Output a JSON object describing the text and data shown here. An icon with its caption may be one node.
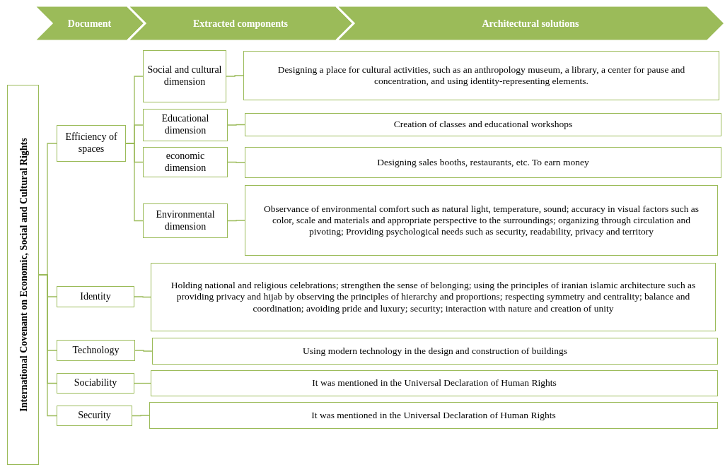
{
  "diagram": {
    "nodes": [
      {
        "text": [
          "Document"
        ]
      },
      {
        "text": [
          "Extracted components"
        ]
      },
      {
        "text": [
          "Architectural solutions"
        ]
      },
      {
        "text": [
          "International Covenant on Economic, Social and Cultural Rights"
        ]
      },
      {
        "text": [
          "Efficiency of spaces"
        ]
      },
      {
        "text": [
          "Social and cultural dimension"
        ]
      },
      {
        "text": [
          "Designing a place for cultural activities, such as an anthropology museum, a library, a center for pause and concentration, and using identity-representing elements."
        ]
      },
      {
        "text": [
          "Educational dimension"
        ]
      },
      {
        "text": [
          "Creation of classes and educational workshops"
        ]
      },
      {
        "text": [
          "economic dimension"
        ]
      },
      {
        "text": [
          "Designing sales booths, restaurants, etc. To earn money"
        ]
      },
      {
        "text": [
          "Environmental dimension"
        ]
      },
      {
        "text": [
          "Observance of environmental comfort such as natural light, temperature, sound; accuracy in visual factors such as color, scale and materials and appropriate perspective to the surroundings; organizing through circulation and pivoting; Providing psychological needs such as security, readability, privacy and territory"
        ]
      },
      {
        "text": [
          "Identity"
        ]
      },
      {
        "text": [
          "Holding national and religious celebrations; strengthen the sense of belonging; using the principles of iranian islamic architecture such as providing privacy and hijab by observing the principles of hierarchy and proportions; respecting symmetry and centrality; balance and coordination; avoiding pride and luxury; security; interaction with nature and creation of unity"
        ]
      },
      {
        "text": [
          "Technology"
        ]
      },
      {
        "text": [
          "Using modern technology in the design and construction of buildings"
        ]
      },
      {
        "text": [
          "Sociability"
        ]
      },
      {
        "text": [
          "It was mentioned in the Universal Declaration of Human Rights"
        ]
      },
      {
        "text": [
          "Security"
        ]
      },
      {
        "text": [
          "It was mentioned in the Universal Declaration of Human Rights"
        ]
      }
    ],
    "edges": [
      {
        "from": 3,
        "to": 4,
        "arrow": "none"
      },
      {
        "from": 3,
        "to": 13,
        "arrow": "none"
      },
      {
        "from": 3,
        "to": 15,
        "arrow": "none"
      },
      {
        "from": 3,
        "to": 17,
        "arrow": "none"
      },
      {
        "from": 3,
        "to": 19,
        "arrow": "none"
      },
      {
        "from": 4,
        "to": 5,
        "arrow": "none"
      },
      {
        "from": 4,
        "to": 7,
        "arrow": "none"
      },
      {
        "from": 4,
        "to": 9,
        "arrow": "none"
      },
      {
        "from": 4,
        "to": 11,
        "arrow": "none"
      },
      {
        "from": 5,
        "to": 6,
        "arrow": "none"
      },
      {
        "from": 7,
        "to": 8,
        "arrow": "none"
      },
      {
        "from": 9,
        "to": 10,
        "arrow": "none"
      },
      {
        "from": 11,
        "to": 12,
        "arrow": "none"
      },
      {
        "from": 13,
        "to": 14,
        "arrow": "none"
      },
      {
        "from": 15,
        "to": 16,
        "arrow": "none"
      },
      {
        "from": 17,
        "to": 18,
        "arrow": "none"
      },
      {
        "from": 19,
        "to": 20,
        "arrow": "none"
      }
    ]
  }
}
